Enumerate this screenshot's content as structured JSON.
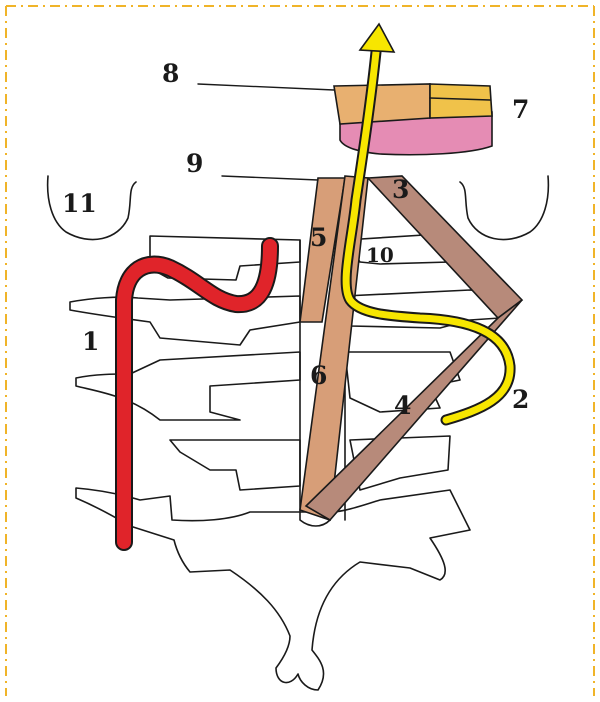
{
  "labels": [
    {
      "id": "1",
      "text": "1"
    },
    {
      "id": "2",
      "text": "2"
    },
    {
      "id": "3",
      "text": "3"
    },
    {
      "id": "4",
      "text": "4"
    },
    {
      "id": "5",
      "text": "5"
    },
    {
      "id": "6",
      "text": "6"
    },
    {
      "id": "7",
      "text": "7"
    },
    {
      "id": "8",
      "text": "8"
    },
    {
      "id": "9",
      "text": "9"
    },
    {
      "id": "10",
      "text": "10"
    },
    {
      "id": "11",
      "text": "11"
    }
  ],
  "colors": {
    "frame_dash": "#f0b429",
    "artery": "#e0242a",
    "nerve": "#f7e600",
    "muscle_long": "#d79e78",
    "muscle_oblique": "#b78a7a",
    "skull_pink": "#e58cb4",
    "skull_tan": "#e8b070",
    "skull_gold": "#f0c24a"
  }
}
